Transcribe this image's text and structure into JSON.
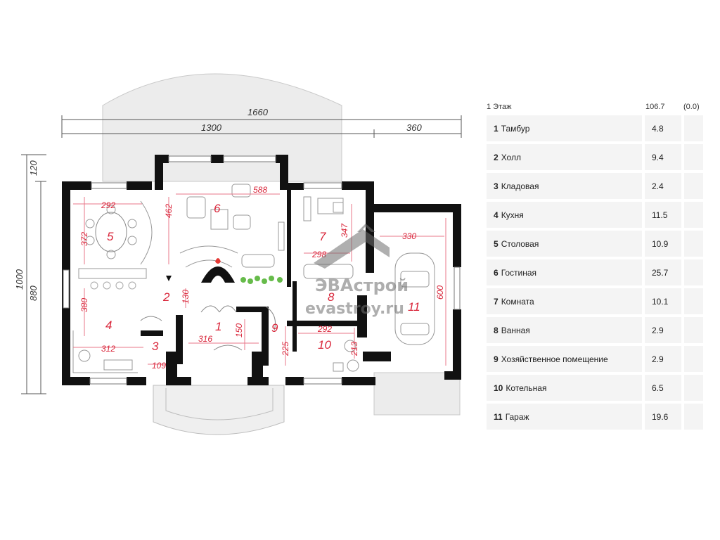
{
  "plan": {
    "overall_dims": {
      "total_width": "1660",
      "left_width": "1300",
      "right_width": "360",
      "total_height": "1000",
      "top_offset": "120",
      "inner_height": "880"
    },
    "rooms": [
      {
        "num": "1",
        "dims": [
          "316",
          "150"
        ]
      },
      {
        "num": "2",
        "dims": [
          "130"
        ]
      },
      {
        "num": "3",
        "dims": [
          "109"
        ]
      },
      {
        "num": "4",
        "dims": [
          "380",
          "312"
        ]
      },
      {
        "num": "5",
        "dims": [
          "292",
          "372"
        ]
      },
      {
        "num": "6",
        "dims": [
          "462",
          "588"
        ]
      },
      {
        "num": "7",
        "dims": [
          "347"
        ]
      },
      {
        "num": "8",
        "dims": [
          "298"
        ]
      },
      {
        "num": "9",
        "dims": [
          "225"
        ]
      },
      {
        "num": "10",
        "dims": [
          "292",
          "213"
        ]
      },
      {
        "num": "11",
        "dims": [
          "330",
          "600"
        ]
      }
    ],
    "watermark": {
      "line1": "ЭВАстрой",
      "line2": "evastroy.ru"
    }
  },
  "table": {
    "header": {
      "label": "1 Этаж",
      "area": "106.7",
      "extra": "(0.0)"
    },
    "rows": [
      {
        "num": "1",
        "name": "Тамбур",
        "area": "4.8"
      },
      {
        "num": "2",
        "name": "Холл",
        "area": "9.4"
      },
      {
        "num": "3",
        "name": "Кладовая",
        "area": "2.4"
      },
      {
        "num": "4",
        "name": "Кухня",
        "area": "11.5"
      },
      {
        "num": "5",
        "name": "Столовая",
        "area": "10.9"
      },
      {
        "num": "6",
        "name": "Гостиная",
        "area": "25.7"
      },
      {
        "num": "7",
        "name": "Комната",
        "area": "10.1"
      },
      {
        "num": "8",
        "name": "Ванная",
        "area": "2.9"
      },
      {
        "num": "9",
        "name": "Хозяйственное помещение",
        "area": "2.9"
      },
      {
        "num": "10",
        "name": "Котельная",
        "area": "6.5"
      },
      {
        "num": "11",
        "name": "Гараж",
        "area": "19.6"
      }
    ]
  }
}
